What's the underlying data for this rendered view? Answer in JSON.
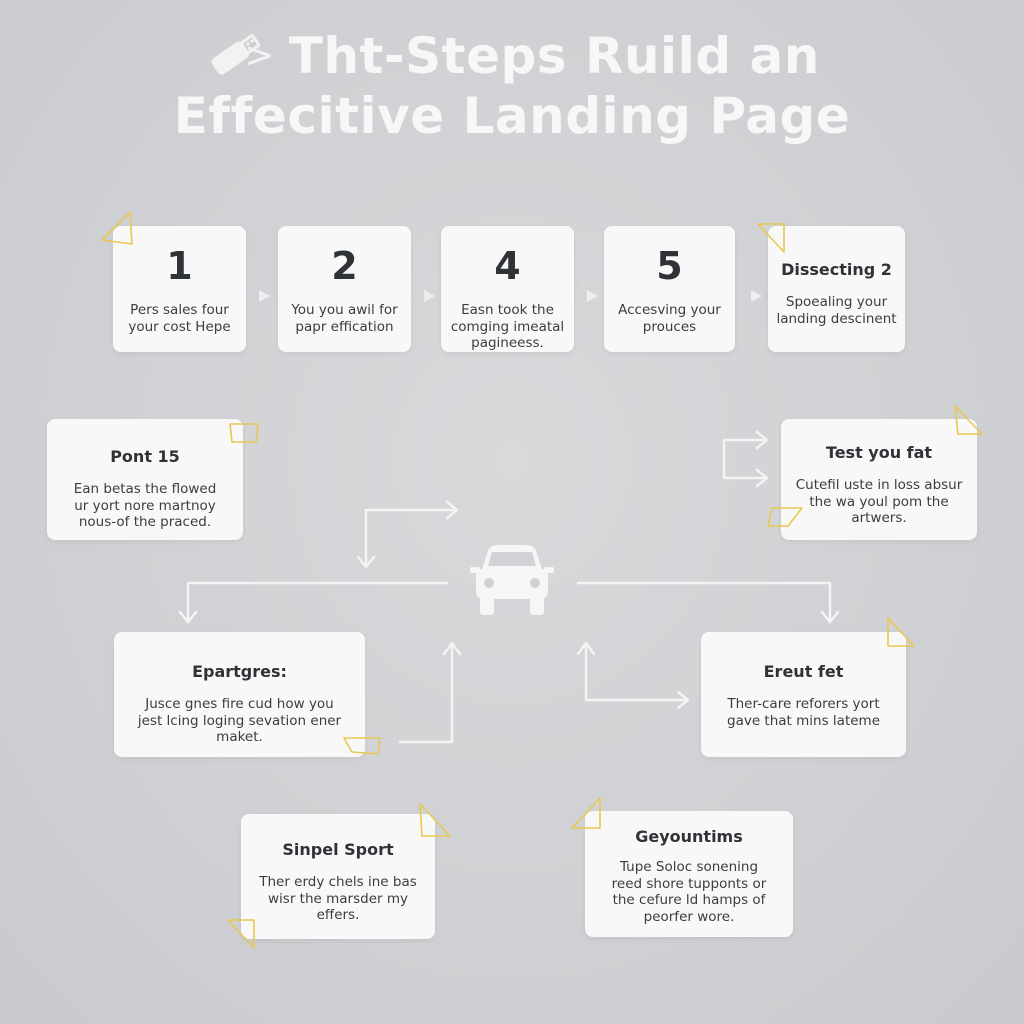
{
  "title": {
    "arrow": ">",
    "line1": "Tht-Steps Ruild an",
    "line2": "Effecitive Landing Page",
    "icon": "usb-stick-icon"
  },
  "steps": [
    {
      "number": "1",
      "text_lines": [
        "Pers sales four",
        "your cost Hepe"
      ]
    },
    {
      "number": "2",
      "text_lines": [
        "You you awil for",
        "papr effication"
      ]
    },
    {
      "number": "4",
      "text_lines": [
        "Easn took the",
        "comging imeatal",
        "pagineess."
      ]
    },
    {
      "number": "5",
      "text_lines": [
        "Accesving your",
        "prouces"
      ]
    },
    {
      "heading": "Dissecting 2",
      "text_lines": [
        "Spoealing your",
        "landing descinent"
      ]
    }
  ],
  "cards": {
    "pont": {
      "title": "Pont 15",
      "text_lines": [
        "Ean betas the flowed",
        "ur yort nore martnoy",
        "nous-of the praced."
      ]
    },
    "test": {
      "title": "Test you fat",
      "text_lines": [
        "Cutefil uste in loss absur",
        "the wa youl pom the",
        "artwers."
      ]
    },
    "epartgres": {
      "title": "Epartgres:",
      "text_lines": [
        "Jusce gnes fire cud how you",
        "jest lcing loging sevation ener",
        "maket."
      ]
    },
    "ereut": {
      "title": "Ereut fet",
      "text_lines": [
        "Ther-care reforers yort",
        "gave that mins lateme"
      ]
    },
    "sinpel": {
      "title": "Sinpel Sport",
      "text_lines": [
        "Ther erdy chels ine bas",
        "wisr the marsder my",
        "effers."
      ]
    },
    "geyountims": {
      "title": "Geyountims",
      "text_lines": [
        "Tupe Soloc sonening",
        "reed shore tupponts or",
        "the cefure ld hamps of",
        "peorfer wore."
      ]
    }
  },
  "center_icon": "car-icon",
  "colors": {
    "background": "#d2d3d6",
    "card": "#f8f8f8",
    "accent": "#e8c850",
    "connector": "#f4f4f4",
    "text": "#2f3236"
  }
}
